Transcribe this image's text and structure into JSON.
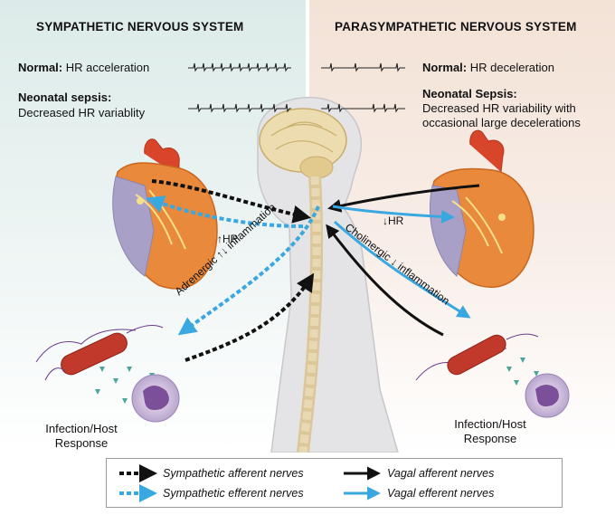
{
  "left_panel": {
    "title": "SYMPATHETIC NERVOUS SYSTEM",
    "normal_label": "Normal:",
    "normal_text": "HR acceleration",
    "sepsis_label": "Neonatal sepsis:",
    "sepsis_text": "Decreased HR variablity"
  },
  "right_panel": {
    "title": "PARASYMPATHETIC NERVOUS SYSTEM",
    "normal_label": "Normal:",
    "normal_text": "HR deceleration",
    "sepsis_label": "Neonatal Sepsis:",
    "sepsis_text_1": "Decreased HR variability with",
    "sepsis_text_2": "occasional large decelerations"
  },
  "labels": {
    "hr_up": "↑HR",
    "hr_down": "↓HR",
    "adrenergic": "Adrenergic ↑↓ inflammation",
    "cholinergic": "Cholinergic ↓ inflammation",
    "infection_left_1": "Infection/Host",
    "infection_left_2": "Response",
    "infection_right_1": "Infection/Host",
    "infection_right_2": "Response"
  },
  "legend": {
    "sympathetic_afferent": "Sympathetic afferent nerves",
    "sympathetic_efferent": "Sympathetic efferent nerves",
    "vagal_afferent": "Vagal afferent nerves",
    "vagal_efferent": "Vagal efferent nerves"
  },
  "colors": {
    "efferent_blue": "#3aa8e0",
    "afferent_black": "#111111",
    "heart_red": "#d9452b",
    "heart_orange": "#e8893c",
    "heart_purple": "#a9a0c8",
    "bacteria_red": "#c0392b",
    "spine_beige": "#e8d9b4"
  }
}
